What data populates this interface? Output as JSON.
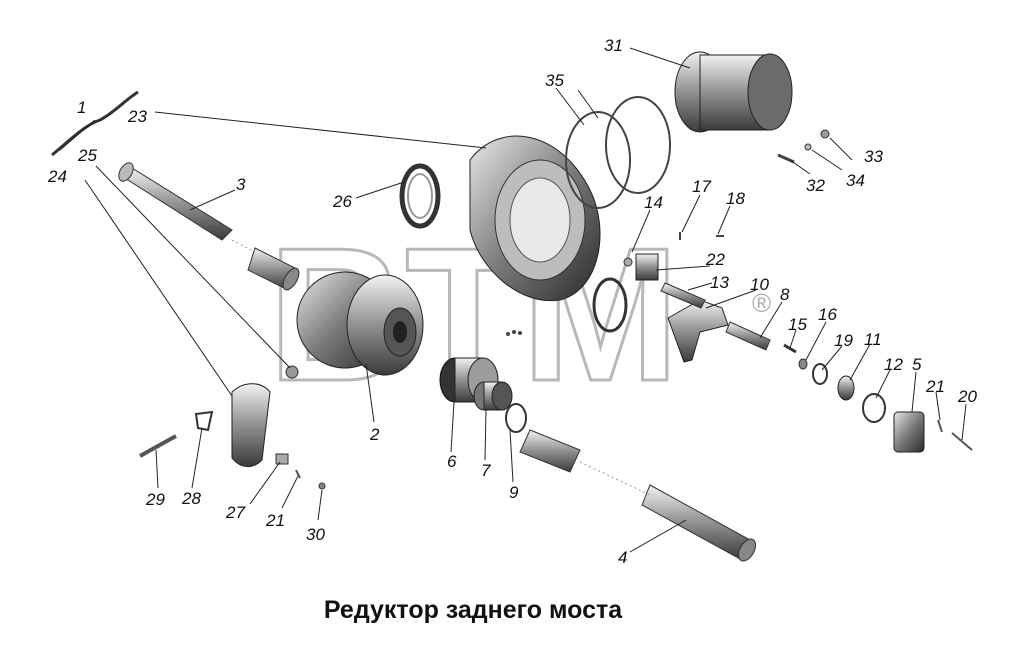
{
  "title": "Редуктор заднего моста",
  "watermark": {
    "text": "BTM",
    "registered": "®"
  },
  "callouts": [
    "1",
    "2",
    "3",
    "4",
    "5",
    "6",
    "7",
    "8",
    "9",
    "10",
    "11",
    "12",
    "13",
    "14",
    "15",
    "16",
    "17",
    "18",
    "19",
    "20",
    "21",
    "21",
    "22",
    "23",
    "24",
    "25",
    "26",
    "27",
    "28",
    "29",
    "30",
    "31",
    "32",
    "33",
    "34",
    "35"
  ],
  "colors": {
    "parts_dark": "#2e2e2e",
    "parts_mid": "#8a8a8a",
    "parts_light": "#cfcfcf",
    "watermark": "#7f7f7f"
  }
}
